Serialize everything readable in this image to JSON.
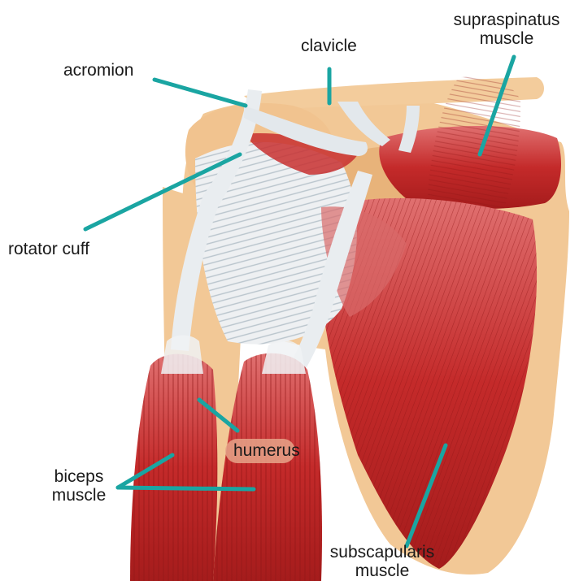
{
  "labels": {
    "acromion": "acromion",
    "clavicle": "clavicle",
    "supraspinatus": [
      "supraspinatus",
      "muscle"
    ],
    "rotator_cuff": "rotator cuff",
    "humerus": "humerus",
    "biceps": [
      "biceps",
      "muscle"
    ],
    "subscapularis": [
      "subscapularis",
      "muscle"
    ]
  },
  "colors": {
    "leader_line": "#1aa5a2",
    "bone": "#f2c896",
    "muscle": "#c42a2a",
    "tendon": "#eef0f2"
  }
}
